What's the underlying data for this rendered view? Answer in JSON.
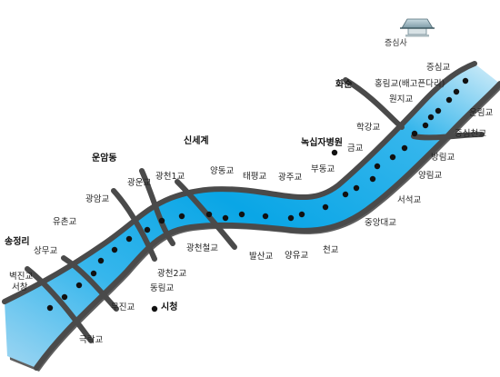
{
  "map": {
    "areas": [
      {
        "id": "area-songjeongni",
        "name": "송정리"
      },
      {
        "id": "area-unamdong",
        "name": "운암동"
      },
      {
        "id": "area-shinsegae",
        "name": "신세계"
      },
      {
        "id": "area-hwasun",
        "name": "화순"
      },
      {
        "id": "area-noksip",
        "name": "녹십자병원"
      }
    ],
    "city_hall": "시청",
    "temple": "증심사",
    "bridges": [
      {
        "id": "jeungsimgyo",
        "name": "증심교"
      },
      {
        "id": "honglimgyo",
        "name": "홍림교(배고픈다리)"
      },
      {
        "id": "unrimgyo",
        "name": "운림교"
      },
      {
        "id": "wonjigyo",
        "name": "원지교"
      },
      {
        "id": "jeungsimcheongyo",
        "name": "증심천교"
      },
      {
        "id": "hakganggyo",
        "name": "학강교"
      },
      {
        "id": "bangnimgyo",
        "name": "방림교"
      },
      {
        "id": "yangnimgyo",
        "name": "양림교"
      },
      {
        "id": "geumgyo",
        "name": "금교"
      },
      {
        "id": "seoseokgyo",
        "name": "서석교"
      },
      {
        "id": "budonggyo",
        "name": "부동교"
      },
      {
        "id": "jungang-daegyo",
        "name": "중앙대교"
      },
      {
        "id": "gwangjugyo",
        "name": "광주교"
      },
      {
        "id": "cheongyo",
        "name": "천교"
      },
      {
        "id": "taepyeonggyo",
        "name": "태평교"
      },
      {
        "id": "yangyugyo",
        "name": "양유교"
      },
      {
        "id": "yangdonggyo",
        "name": "양동교"
      },
      {
        "id": "balsangyo",
        "name": "발산교"
      },
      {
        "id": "gwangcheon1gyo",
        "name": "광천1교"
      },
      {
        "id": "gwangcheon-cheolgyo",
        "name": "광천철교"
      },
      {
        "id": "gwangungyo",
        "name": "광운교"
      },
      {
        "id": "gwangcheon2gyo",
        "name": "광천2교"
      },
      {
        "id": "gwangamgyo",
        "name": "광암교"
      },
      {
        "id": "dongnimgyo",
        "name": "동림교"
      },
      {
        "id": "yuchongyo",
        "name": "유촌교"
      },
      {
        "id": "mujingyo",
        "name": "무진교"
      },
      {
        "id": "sangmugyo",
        "name": "상무교"
      },
      {
        "id": "byeokjingyo",
        "name": "벽진교"
      },
      {
        "id": "seochang",
        "name": "서창"
      },
      {
        "id": "geungnakgyo",
        "name": "극락교"
      }
    ]
  }
}
